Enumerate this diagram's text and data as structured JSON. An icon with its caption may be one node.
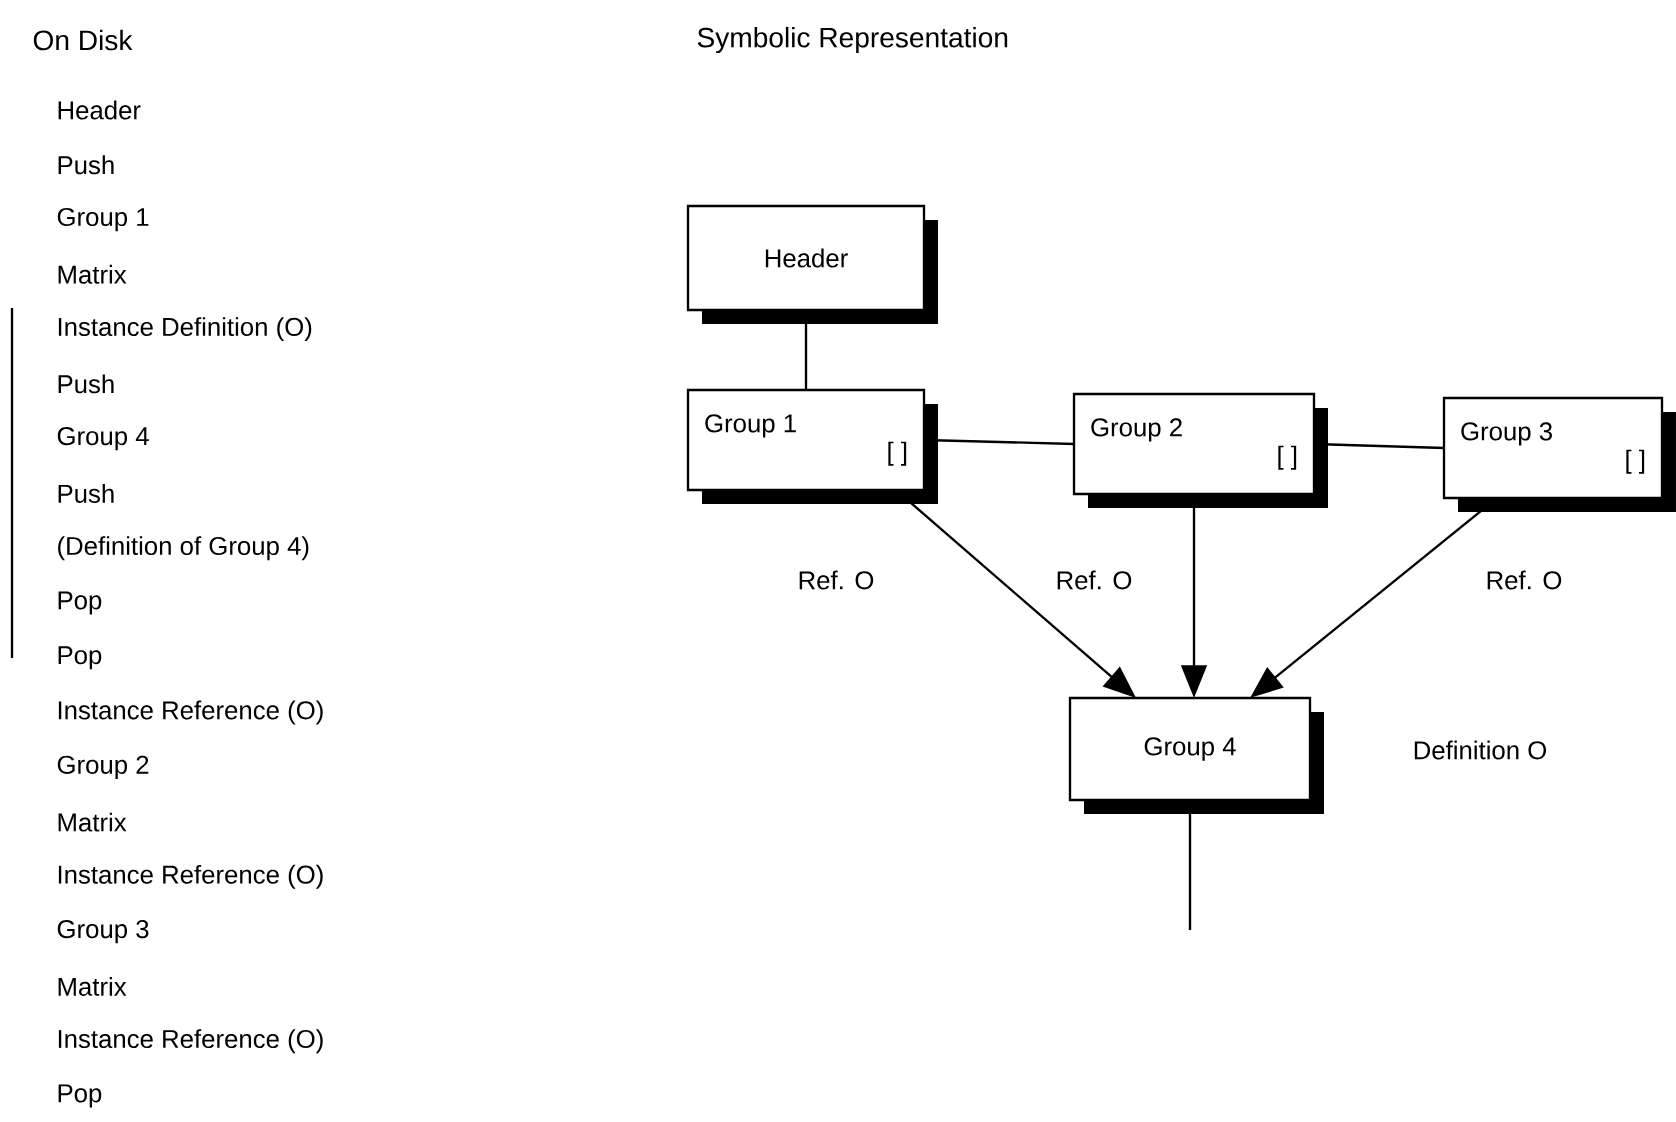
{
  "diagram": {
    "nodes": [
      {
        "text": [
          "Header"
        ]
      },
      {
        "text": [
          "Group 1",
          "[ ]"
        ]
      },
      {
        "text": [
          "Group 2",
          "[ ]"
        ]
      },
      {
        "text": [
          "Group 3",
          "[ ]"
        ]
      },
      {
        "text": [
          "Group 4"
        ],
        "beside": [
          "Definition O"
        ]
      }
    ],
    "edges": [
      {
        "from": 0,
        "to": 1,
        "arrow": "none"
      },
      {
        "from": 1,
        "to": 2,
        "arrow": "none"
      },
      {
        "from": 2,
        "to": 3,
        "arrow": "none"
      },
      {
        "from": 1,
        "to": 4,
        "arrow": "to",
        "label": "Ref. O"
      },
      {
        "from": 2,
        "to": 4,
        "arrow": "to",
        "label": "Ref. O"
      },
      {
        "from": 3,
        "to": 4,
        "arrow": "to",
        "label": "Ref. O"
      },
      {
        "from": 4,
        "to": null,
        "arrow": "none"
      }
    ],
    "labels": [
      "On Disk",
      "Symbolic Representation",
      "Header",
      "Push",
      "Group 1",
      "Matrix",
      "Instance Definition (O)",
      "Push",
      "Group 4",
      "Push",
      "(Definition of Group 4)",
      "Pop",
      "Pop",
      "Instance Reference (O)",
      "Group 2",
      "Matrix",
      "Instance Reference (O)",
      "Group 3",
      "Matrix",
      "Instance Reference (O)",
      "Pop"
    ]
  }
}
